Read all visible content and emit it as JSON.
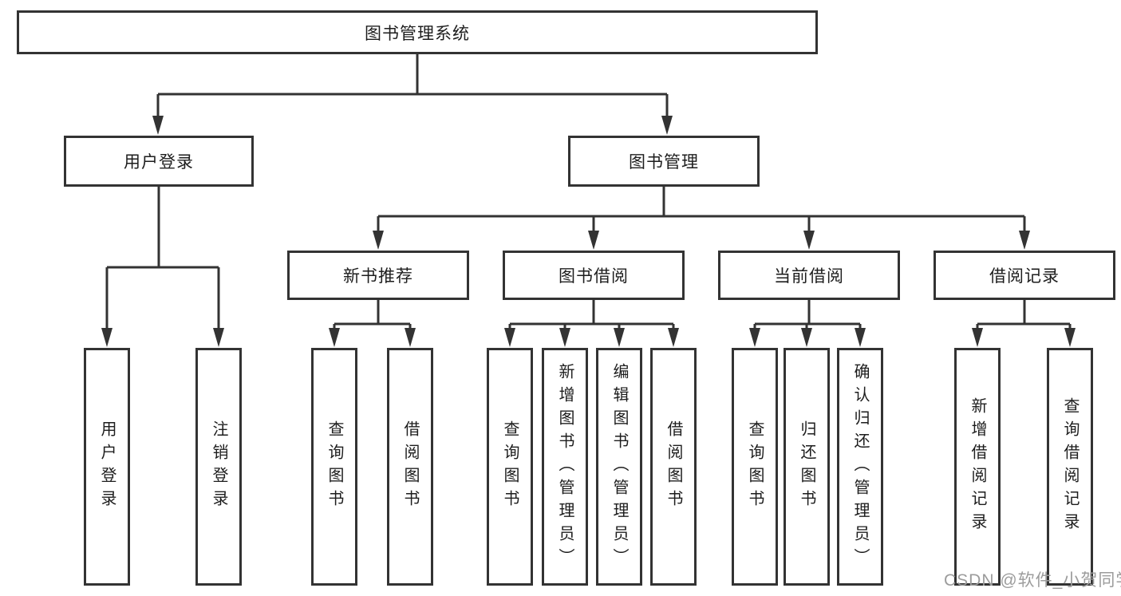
{
  "diagram": {
    "type": "tree-structure-diagram",
    "colors": {
      "background": "#ffffff",
      "line": "#333333",
      "box_border": "#333333",
      "text": "#1d1d1d",
      "watermark": "#9c9c9c"
    },
    "nodes": {
      "root": "图书管理系统",
      "user_login": "用户登录",
      "book_mgmt": "图书管理",
      "new_book_rec": "新书推荐",
      "book_borrow": "图书借阅",
      "current_borrow": "当前借阅",
      "borrow_records": "借阅记录",
      "leaf_user_login": "用户登录",
      "leaf_logout": "注销登录",
      "leaf_nb_query": "查询图书",
      "leaf_nb_borrow": "借阅图书",
      "leaf_bb_query": "查询图书",
      "leaf_bb_add": "新增图书（管理员）",
      "leaf_bb_edit": "编辑图书（管理员）",
      "leaf_bb_borrow": "借阅图书",
      "leaf_cb_query": "查询图书",
      "leaf_cb_return": "归还图书",
      "leaf_cb_confirm": "确认归还（管理员）",
      "leaf_br_add": "新增借阅记录",
      "leaf_br_query": "查询借阅记录"
    },
    "watermark": "CSDN @软件_小贺同学"
  }
}
